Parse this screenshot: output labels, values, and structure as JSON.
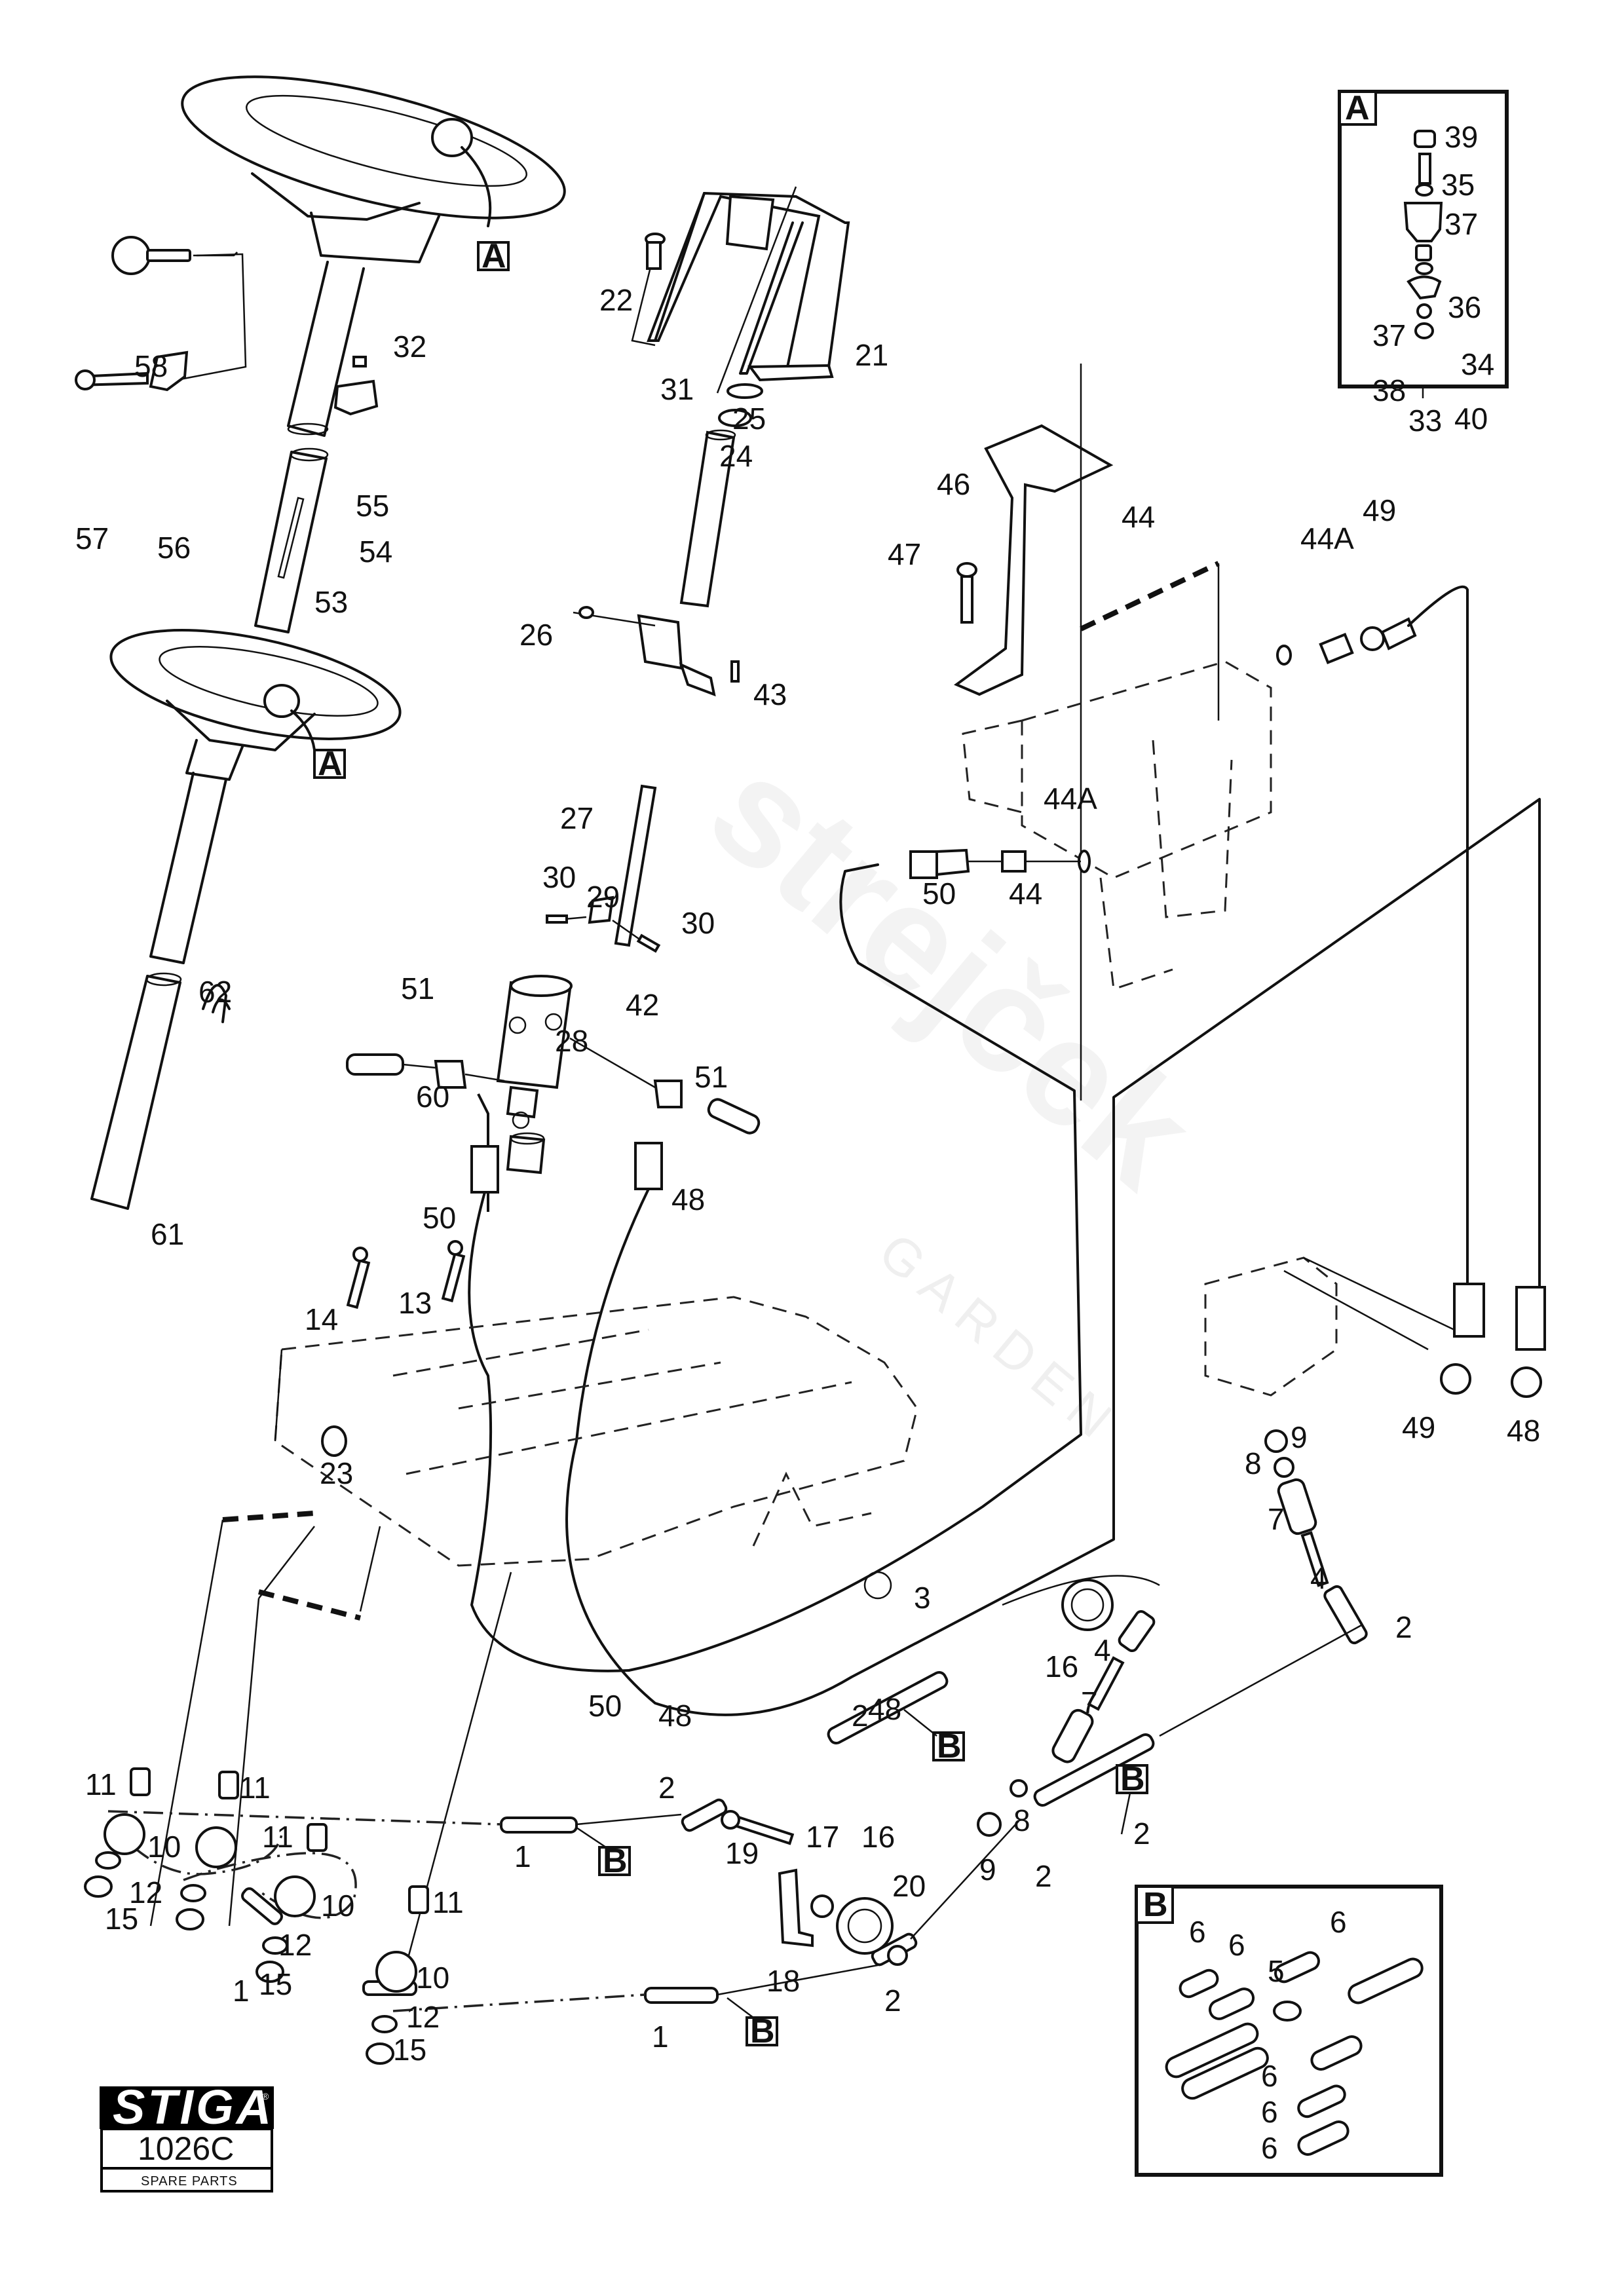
{
  "document": {
    "type": "Spare parts exploded diagram",
    "brand": "STIGA",
    "registered_mark": "®",
    "diagram_code": "1026C",
    "caption": "SPARE PARTS",
    "watermark": {
      "main": "strejček",
      "sub": "GARDEN"
    }
  },
  "detail_boxes": {
    "A": {
      "label": "A",
      "assembly_ref": "33",
      "parts": [
        "39",
        "35",
        "37",
        "36",
        "37",
        "34",
        "38",
        "40"
      ]
    },
    "B": {
      "label": "B",
      "parts": [
        "6",
        "6",
        "6",
        "5",
        "6",
        "6",
        "6"
      ]
    }
  },
  "callouts": {
    "p1": "1",
    "p2": "2",
    "p3": "3",
    "p4": "4",
    "p5": "5",
    "p6": "6",
    "p7": "7",
    "p8": "8",
    "p9": "9",
    "p10": "10",
    "p11": "11",
    "p12": "12",
    "p13": "13",
    "p14": "14",
    "p15": "15",
    "p16": "16",
    "p17": "17",
    "p18": "18",
    "p19": "19",
    "p20": "20",
    "p21": "21",
    "p22": "22",
    "p23": "23",
    "p24": "24",
    "p25": "25",
    "p26": "26",
    "p27": "27",
    "p28": "28",
    "p29": "29",
    "p30": "30",
    "p31": "31",
    "p32": "32",
    "p33": "33",
    "p34": "34",
    "p35": "35",
    "p36": "36",
    "p37": "37",
    "p38": "38",
    "p39": "39",
    "p40": "40",
    "p42": "42",
    "p43": "43",
    "p44": "44",
    "p44A": "44A",
    "p46": "46",
    "p47": "47",
    "p48": "48",
    "p49": "49",
    "p50": "50",
    "p51": "51",
    "p53": "53",
    "p54": "54",
    "p55": "55",
    "p56": "56",
    "p57": "57",
    "p58": "58",
    "p60": "60",
    "p61": "61",
    "p62": "62",
    "refA": "A",
    "refB": "B"
  }
}
